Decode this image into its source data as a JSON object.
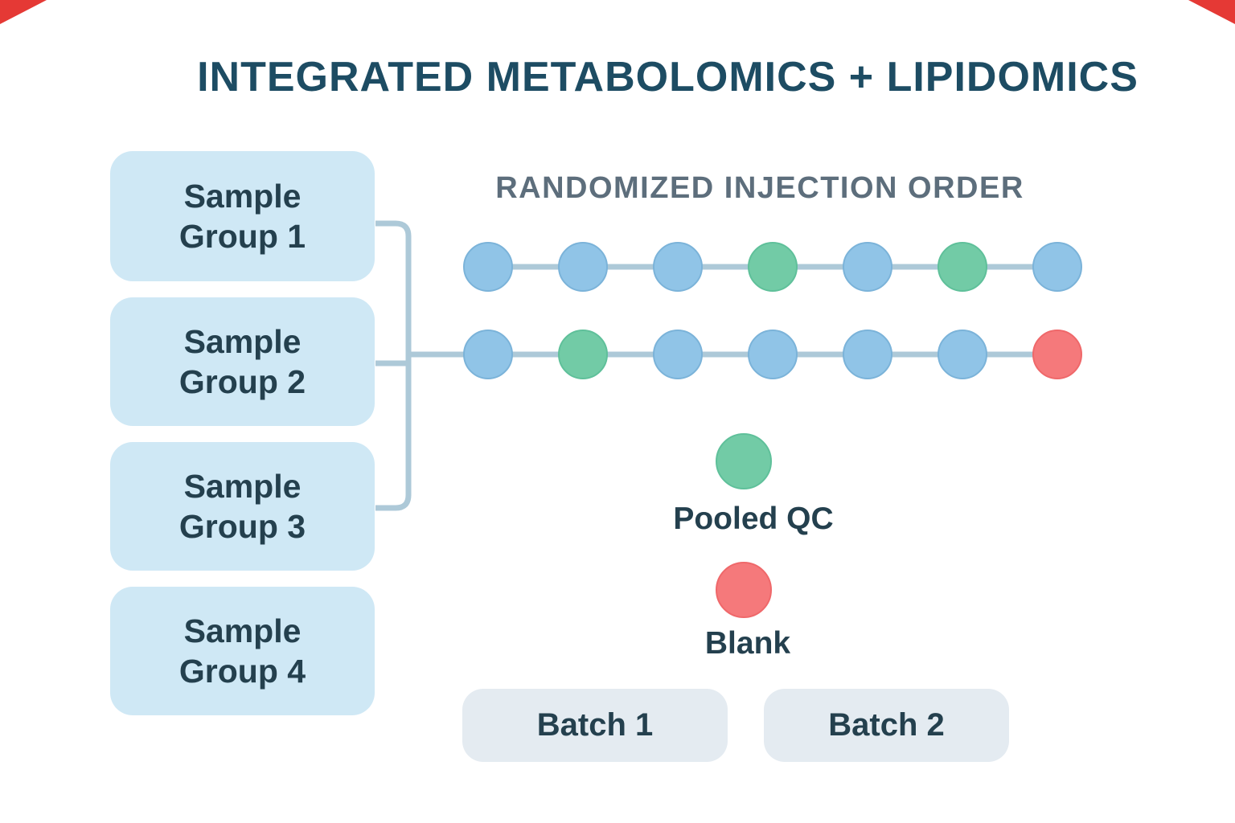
{
  "title": "INTEGRATED METABOLOMICS + LIPIDOMICS",
  "injection": {
    "header": "RANDOMIZED INJECTION ORDER",
    "rows": [
      [
        "sample",
        "sample",
        "sample",
        "qc",
        "sample",
        "qc",
        "sample"
      ],
      [
        "sample",
        "qc",
        "sample",
        "sample",
        "sample",
        "sample",
        "blank"
      ]
    ]
  },
  "sample_groups": [
    {
      "label": "Sample\nGroup 1"
    },
    {
      "label": "Sample\nGroup 2"
    },
    {
      "label": "Sample\nGroup 3"
    },
    {
      "label": "Sample\nGroup 4"
    }
  ],
  "legend": [
    {
      "type": "qc",
      "label": "Pooled QC"
    },
    {
      "type": "blank",
      "label": "Blank"
    }
  ],
  "batches": [
    {
      "label": "Batch 1"
    },
    {
      "label": "Batch 2"
    }
  ],
  "colors": {
    "sample_dot": "#90c4e7",
    "sample_dot_edge": "#7bb3d9",
    "qc_dot": "#72cba6",
    "qc_dot_edge": "#5fc09a",
    "blank_dot": "#f5797b",
    "blank_dot_edge": "#ef686a",
    "connector": "#adc9d8",
    "group_box": "#cfe8f5",
    "batch_box": "#e4ebf1",
    "title_text": "#1d4c63",
    "header_text": "#5d6e7c",
    "body_text": "#24404e",
    "corner_mark": "#e53935"
  }
}
